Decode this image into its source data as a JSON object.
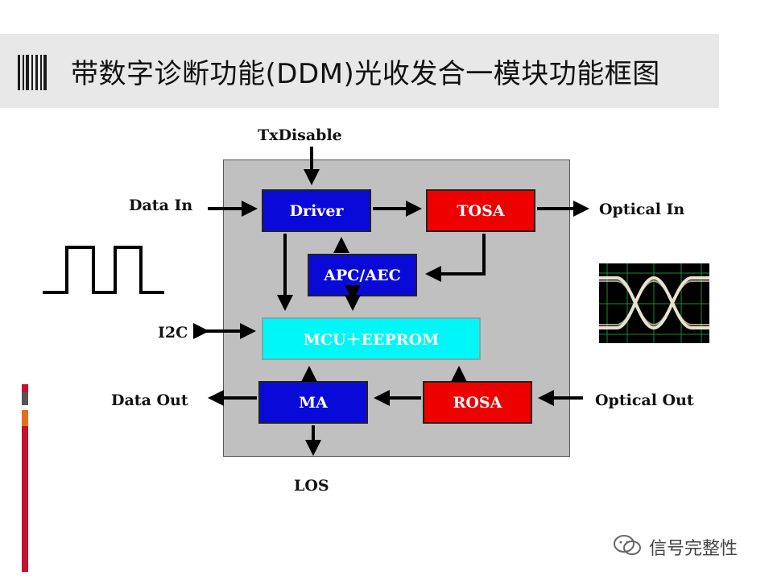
{
  "title": "带数字诊断功能(DDM)光收发合一模块功能框图",
  "labels": {
    "txdisable": "TxDisable",
    "data_in": "Data In",
    "optical_in": "Optical In",
    "i2c": "I2C",
    "data_out": "Data Out",
    "optical_out": "Optical Out",
    "los": "LOS"
  },
  "blocks": {
    "driver": "Driver",
    "tosa": "TOSA",
    "apc": "APC/AEC",
    "mcu": "MCU＋EEPROM",
    "ma": "MA",
    "rosa": "ROSA"
  },
  "watermark": "信号完整性",
  "colors": {
    "driver": "#0a0ad8",
    "ma": "#0a0ad8",
    "apc": "#0a0ad8",
    "tosa": "#ee0000",
    "rosa": "#ee0000",
    "mcu": "#00f7f7",
    "module": "#c0c0c0",
    "title_bar": "#e8e8e8",
    "accent": "#c8102e"
  },
  "icons": {
    "title": "barcode-icon",
    "waveform": "square-wave-icon",
    "eye": "eye-diagram-icon",
    "watermark": "wechat-icon"
  }
}
